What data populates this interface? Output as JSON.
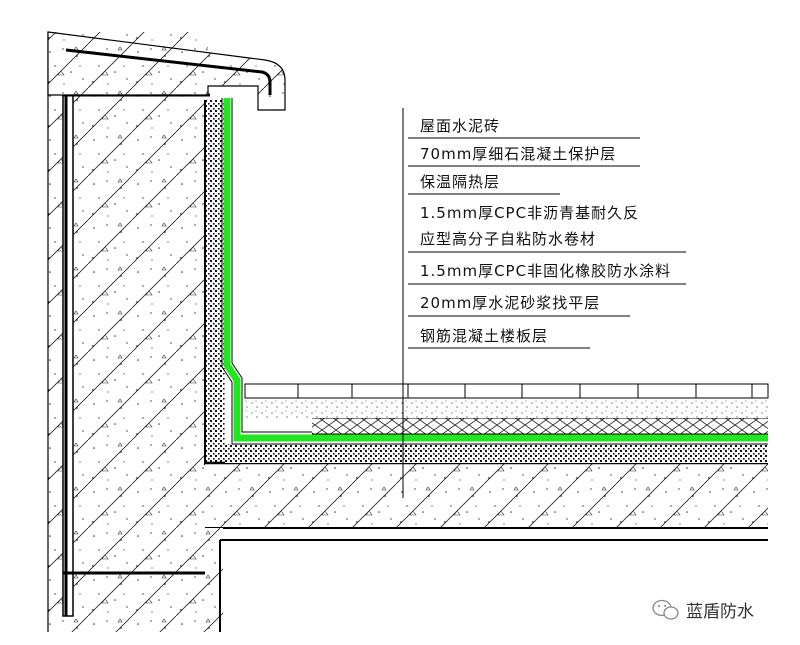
{
  "layers": [
    "屋面水泥砖",
    "70mm厚细石混凝土保护层",
    "保温隔热层",
    "1.5mm厚CPC非沥青基耐久反",
    "应型高分子自粘防水卷材",
    "1.5mm厚CPC非固化橡胶防水涂料",
    "20mm厚水泥砂浆找平层",
    "钢筋混凝土楼板层"
  ],
  "watermark": "蓝盾防水",
  "colors": {
    "membrane": "#22e622",
    "line": "#000000",
    "concrete_dots": "#333333"
  },
  "icons": [
    "wechat-icon"
  ]
}
